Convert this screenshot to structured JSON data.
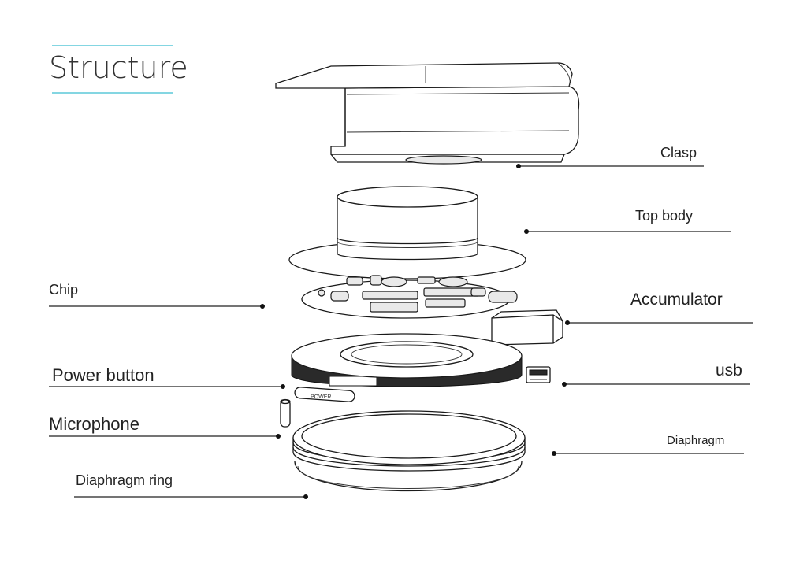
{
  "title": "Structure",
  "accent_color": "#5bc8d8",
  "labels": {
    "clasp": "Clasp",
    "top_body": "Top body",
    "chip": "Chip",
    "accumulator": "Accumulator",
    "usb": "usb",
    "power_button": "Power button",
    "microphone": "Microphone",
    "diaphragm": "Diaphragm",
    "diaphragm_ring": "Diaphragm ring",
    "power_key_text": "POWER"
  }
}
